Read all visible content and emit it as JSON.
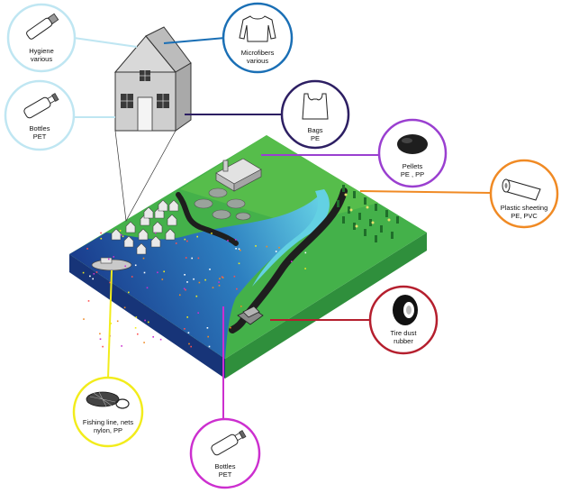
{
  "sources": [
    {
      "id": "hygiene",
      "name": "Hygiene",
      "polymer": "various",
      "icon": "tube-icon",
      "ring_color": "#bfe6f2"
    },
    {
      "id": "bottles-house",
      "name": "Bottles",
      "polymer": "PET",
      "icon": "bottle-icon",
      "ring_color": "#bfe6f2"
    },
    {
      "id": "microfibers",
      "name": "Microfibers",
      "polymer": "various",
      "icon": "sweater-icon",
      "ring_color": "#1a6fb5"
    },
    {
      "id": "bags",
      "name": "Bags",
      "polymer": "PE",
      "icon": "bag-icon",
      "ring_color": "#2d1f63"
    },
    {
      "id": "pellets",
      "name": "Pellets",
      "polymer": "PE , PP",
      "icon": "pellets-icon",
      "ring_color": "#9a3fd0"
    },
    {
      "id": "sheeting",
      "name": "Plastic sheeting",
      "polymer": "PE, PVC",
      "icon": "rolled-sheet-icon",
      "ring_color": "#f08a24"
    },
    {
      "id": "tire",
      "name": "Tire dust",
      "polymer": "rubber",
      "icon": "tire-icon",
      "ring_color": "#b51f2e"
    },
    {
      "id": "fishing",
      "name": "Fishing line, nets",
      "polymer": "nylon, PP",
      "icon": "fishing-net-icon",
      "ring_color": "#f2ec1b"
    },
    {
      "id": "bottles-river",
      "name": "Bottles",
      "polymer": "PET",
      "icon": "bottle-icon",
      "ring_color": "#cc2fcf"
    }
  ],
  "colors": {
    "land": "#3aaa45",
    "land_top": "#5cc24a",
    "land_side": "#2e8b3c",
    "water_deep": "#1a3c8c",
    "water_shallow": "#5fd3e6",
    "ocean_side": "#16307a",
    "road": "#222222",
    "house": "#d4d4d4"
  }
}
